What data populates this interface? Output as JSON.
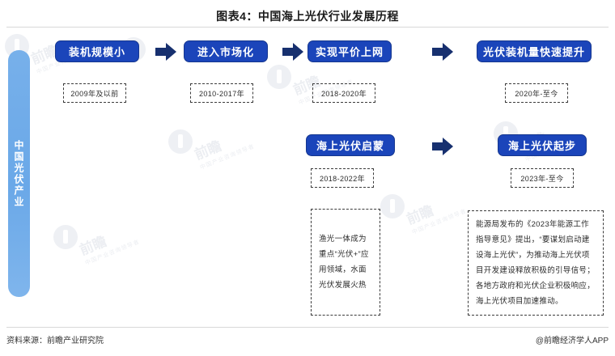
{
  "title": "图表4：中国海上光伏行业发展历程",
  "industry_bar": {
    "label": "中国光伏产业"
  },
  "rows": [
    {
      "name": "main-timeline",
      "stages": [
        {
          "label": "装机规模小",
          "date": "2009年及以前"
        },
        {
          "label": "进入市场化",
          "date": "2010-2017年"
        },
        {
          "label": "实现平价上网",
          "date": "2018-2020年"
        },
        {
          "label": "光伏装机量快速提升",
          "date": "2020年-至今"
        }
      ]
    },
    {
      "name": "offshore-timeline",
      "stages": [
        {
          "label": "海上光伏启蒙",
          "date": "2018-2022年"
        },
        {
          "label": "海上光伏起步",
          "date": "2023年-至今"
        }
      ]
    }
  ],
  "notes": [
    {
      "name": "offshore-enlightenment-note",
      "text": "渔光一体成为重点“光伏+”应用领域，水面光伏发展火热"
    },
    {
      "name": "offshore-startup-note",
      "text": "能源局发布的《2023年能源工作指导意见》提出，“要谋划启动建设海上光伏”，为推动海上光伏项目开发建设释放积极的引导信号；各地方政府和光伏企业积极响应，海上光伏项目加速推动。"
    }
  ],
  "watermarks": {
    "brand": "前瞻",
    "sub": "中国产业咨询领导者"
  },
  "footer": {
    "source": "资料来源：前瞻产业研究院",
    "credit": "@前瞻经济学人APP"
  },
  "colors": {
    "stage_fill": "#1b45ba",
    "stage_border": "#16378f",
    "arrow": "#17306f",
    "industry_bar": "#6fadea"
  }
}
